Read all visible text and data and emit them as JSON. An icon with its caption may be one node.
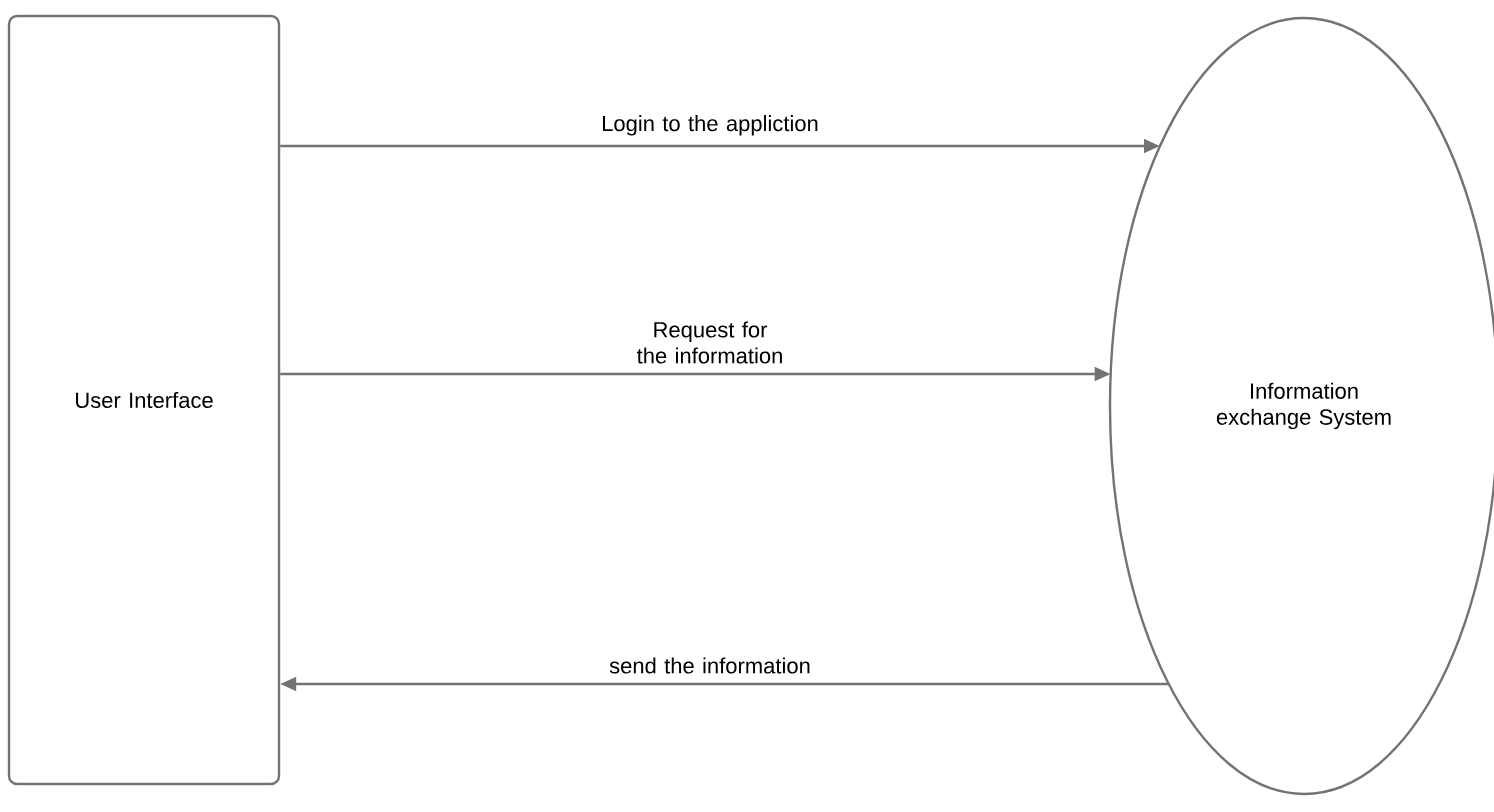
{
  "diagram": {
    "nodes": [
      {
        "text": [
          "User Interface"
        ]
      },
      {
        "text": [
          "Information exchange System"
        ]
      }
    ],
    "edges": [
      {
        "from": 0,
        "to": 1,
        "arrow": "to",
        "label": "Login to the appliction"
      },
      {
        "from": 0,
        "to": 1,
        "arrow": "to",
        "label": "Request for the information"
      },
      {
        "from": 1,
        "to": 0,
        "arrow": "to",
        "label": "send the information"
      }
    ]
  }
}
